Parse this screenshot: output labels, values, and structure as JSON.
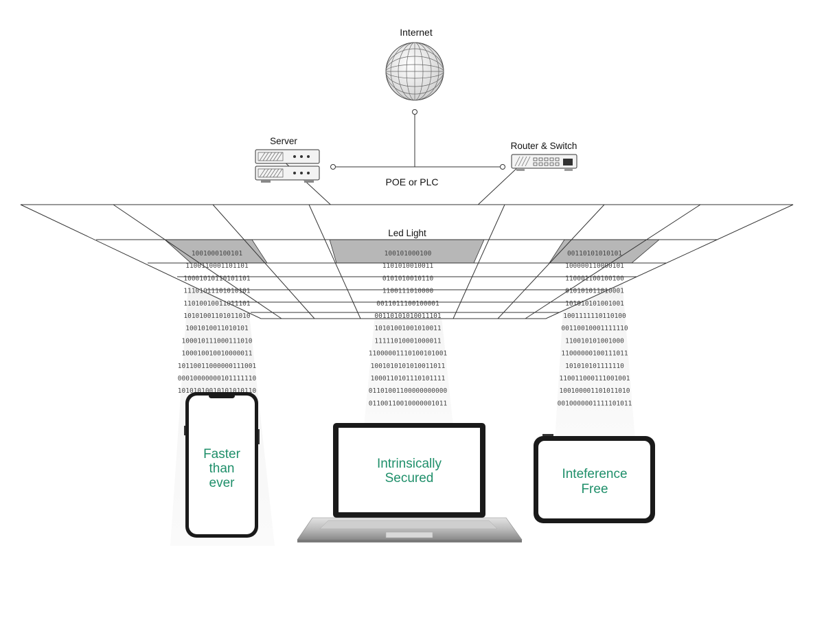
{
  "labels": {
    "internet": "Internet",
    "server": "Server",
    "router_switch": "Router & Switch",
    "poe_plc": "POE or PLC",
    "led_light": "Led Light"
  },
  "devices": {
    "phone": {
      "text_lines": [
        "Faster",
        "than",
        "ever"
      ]
    },
    "laptop": {
      "text_lines": [
        "Intrinsically",
        "Secured"
      ]
    },
    "tablet": {
      "text_lines": [
        "Inteference",
        "Free"
      ]
    }
  },
  "colors": {
    "accent_green": "#1f8f6a",
    "ceiling_shade": "#b7b7b7",
    "line": "#333333"
  },
  "binary_columns": {
    "left": [
      "1001000100101",
      "1100110001101101",
      "10001010110101101",
      "11101011101010101",
      "11010010011011101",
      "10101001101011010",
      "1001010011010101",
      "100010111000111010",
      "100010010010000011",
      "10110011000000111001",
      "00010000000101111110",
      "10101010010101010110"
    ],
    "center": [
      "100101000100",
      "1101010010011",
      "0101010010110",
      "1100111010000",
      "0011011100100001",
      "00110101010011101",
      "10101001001010011",
      "11111010001000011",
      "11000001110100101001",
      "1001010101010011011",
      "1000110101110101111",
      "01101001100000000000",
      "01100110010000001011"
    ],
    "right": [
      "00110101010101",
      "100000110000101",
      "110001100100100",
      "010101011010001",
      "101010101001001",
      "1001111110110100",
      "00110010001111110",
      "110010101001000",
      "11000000100111011",
      "101010101111110",
      "110011000111001001",
      "100100001101011010",
      "0010000001111101011"
    ]
  }
}
